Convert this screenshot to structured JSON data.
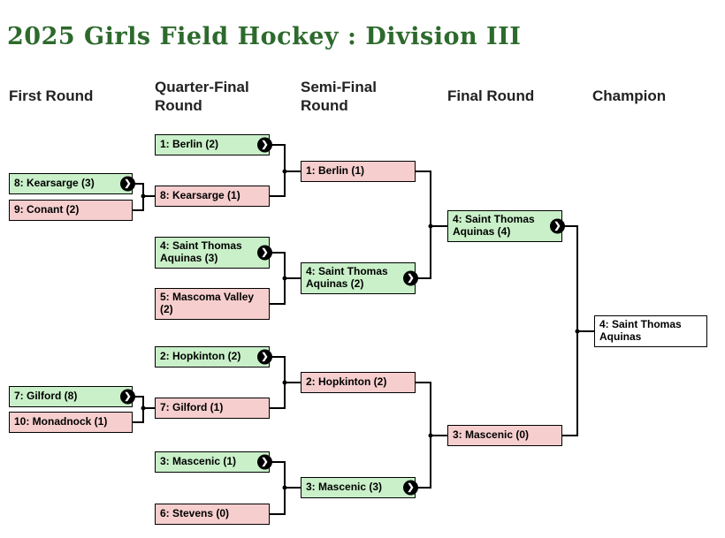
{
  "title": "2025 Girls Field Hockey : Division III",
  "headers": {
    "first_round": "First Round",
    "quarter_final": "Quarter-Final Round",
    "semi_final": "Semi-Final Round",
    "final_round": "Final Round",
    "champion": "Champion"
  },
  "icons": {
    "winner_arrow": "❯"
  },
  "colors": {
    "winner_bg": "#c9f0c9",
    "loser_bg": "#f6cece",
    "title_color": "#2d6a2d",
    "line_color": "#000000"
  },
  "bracket": {
    "first_round": [
      {
        "label": "8: Kearsarge (3)",
        "result": "winner"
      },
      {
        "label": "9: Conant (2)",
        "result": "loser"
      },
      {
        "label": "7: Gilford (8)",
        "result": "winner"
      },
      {
        "label": "10: Monadnock (1)",
        "result": "loser"
      }
    ],
    "quarter_final": [
      {
        "label": "1: Berlin (2)",
        "result": "winner"
      },
      {
        "label": "8: Kearsarge (1)",
        "result": "loser"
      },
      {
        "label": "4: Saint Thomas Aquinas (3)",
        "result": "winner"
      },
      {
        "label": "5: Mascoma Valley (2)",
        "result": "loser"
      },
      {
        "label": "2: Hopkinton (2)",
        "result": "winner"
      },
      {
        "label": "7: Gilford (1)",
        "result": "loser"
      },
      {
        "label": "3: Mascenic (1)",
        "result": "winner"
      },
      {
        "label": "6: Stevens (0)",
        "result": "loser"
      }
    ],
    "semi_final": [
      {
        "label": "1: Berlin (1)",
        "result": "loser"
      },
      {
        "label": "4: Saint Thomas Aquinas (2)",
        "result": "winner"
      },
      {
        "label": "2: Hopkinton (2)",
        "result": "loser"
      },
      {
        "label": "3: Mascenic (3)",
        "result": "winner"
      }
    ],
    "final_round": [
      {
        "label": "4: Saint Thomas Aquinas (4)",
        "result": "winner"
      },
      {
        "label": "3: Mascenic (0)",
        "result": "loser"
      }
    ],
    "champion": [
      {
        "label": "4: Saint Thomas Aquinas",
        "result": "champion"
      }
    ]
  }
}
